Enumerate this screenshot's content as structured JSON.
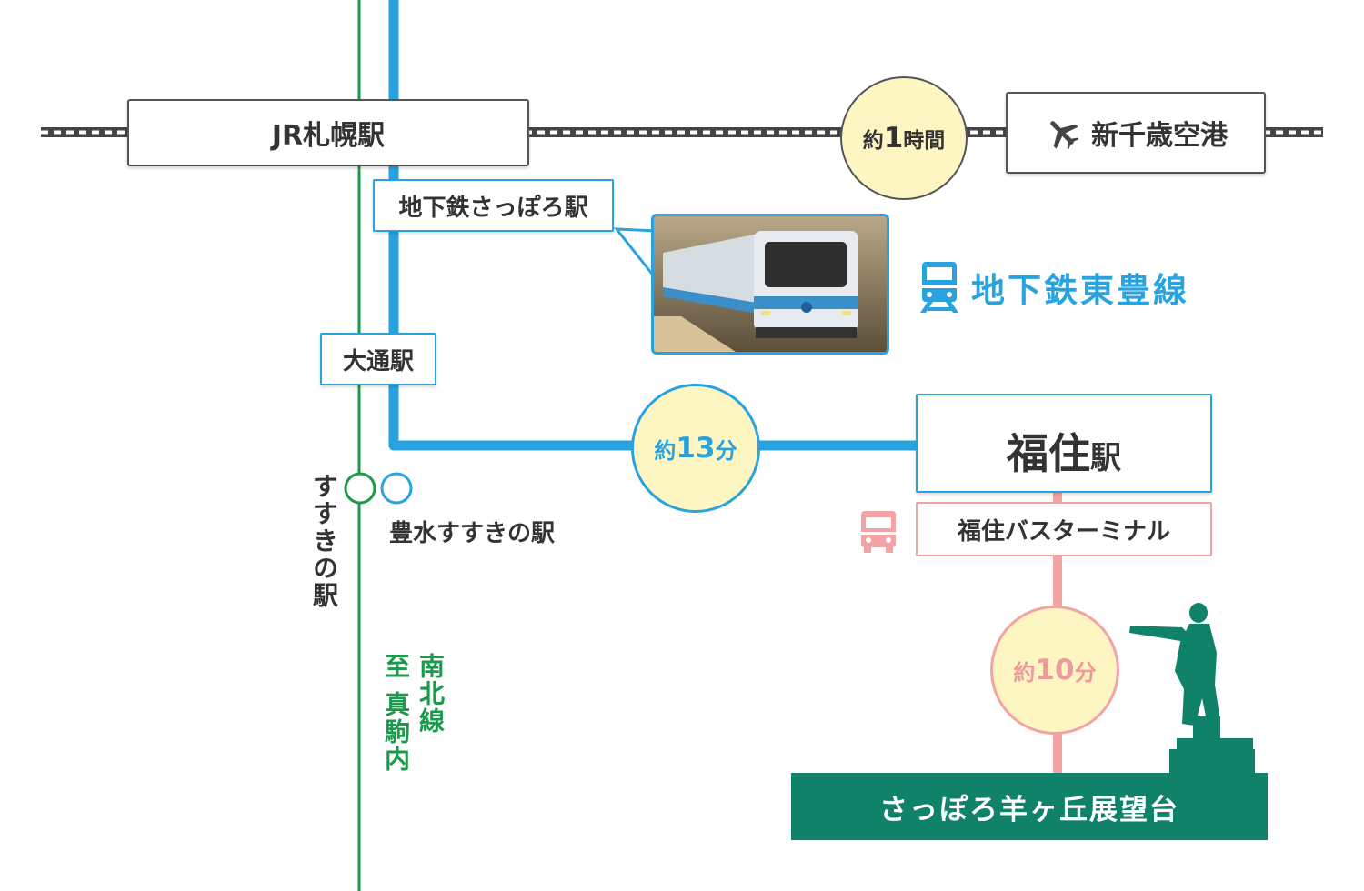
{
  "stations": {
    "jr_sapporo": "JR札幌駅",
    "shin_chitose": "新千歳空港",
    "subway_sapporo": "地下鉄さっぽろ駅",
    "odori": "大通駅",
    "fukuzumi_main": "福住",
    "fukuzumi_suffix": "駅",
    "fukuzumi_bus": "福住バスターミナル",
    "hosui_susukino": "豊水すすきの駅",
    "susukino": "すすきの駅",
    "destination": "さっぽろ羊ヶ丘展望台"
  },
  "times": {
    "airport_prefix": "約",
    "airport_num": "1",
    "airport_unit": "時間",
    "subway_prefix": "約",
    "subway_num": "13",
    "subway_unit": "分",
    "bus_prefix": "約",
    "bus_num": "10",
    "bus_unit": "分"
  },
  "lines": {
    "toho_name": "地下鉄東豊線",
    "nanboku_name": "南北線",
    "nanboku_direction": "至 真駒内"
  },
  "icons": [
    "airplane-icon",
    "subway-train-icon",
    "bus-icon",
    "clark-statue-icon",
    "subway-photo"
  ],
  "colors": {
    "toho_blue": "#29a3e0",
    "nanboku_green": "#1a9a4a",
    "bus_pink": "#f3a3a3",
    "destination_green": "#10826a",
    "time_circle_fill": "#fdf6c3"
  }
}
